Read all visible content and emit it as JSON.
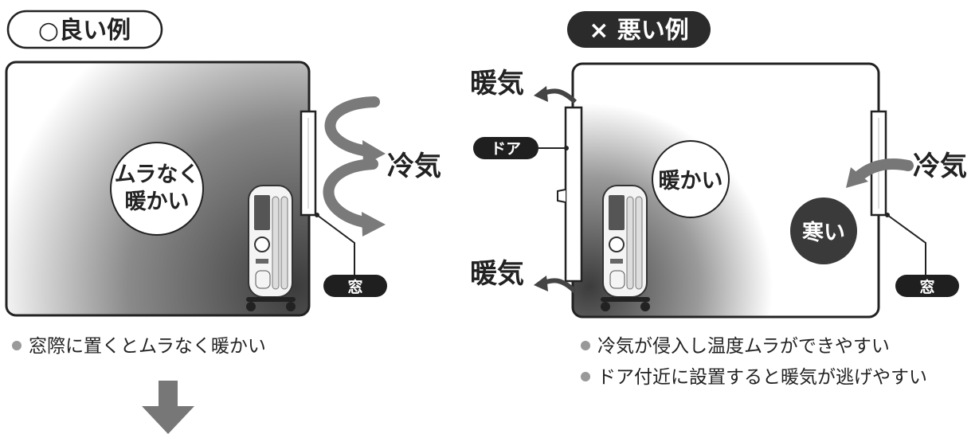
{
  "good": {
    "badge": "○良い例",
    "bubble_line1": "ムラなく",
    "bubble_line2": "暖かい",
    "cold_air_label": "冷気",
    "window_tag": "窓",
    "bullet": "窓際に置くとムラなく暖かい"
  },
  "bad": {
    "badge": "× 悪い例",
    "warm_air_top": "暖気",
    "warm_air_bottom": "暖気",
    "door_tag": "ドア",
    "warm_bubble": "暖かい",
    "cold_bubble": "寒い",
    "cold_air_label": "冷気",
    "window_tag": "窓",
    "bullets": [
      "冷気が侵入し温度ムラができやすい",
      "ドア付近に設置すると暖気が逃げやすい"
    ]
  },
  "colors": {
    "ink": "#222222",
    "arrow_gray": "#777777",
    "dark_badge": "#2b2b2b",
    "warm_gradient_inner": "#4a4a4a",
    "cold_bubble": "#3a3a3a"
  }
}
